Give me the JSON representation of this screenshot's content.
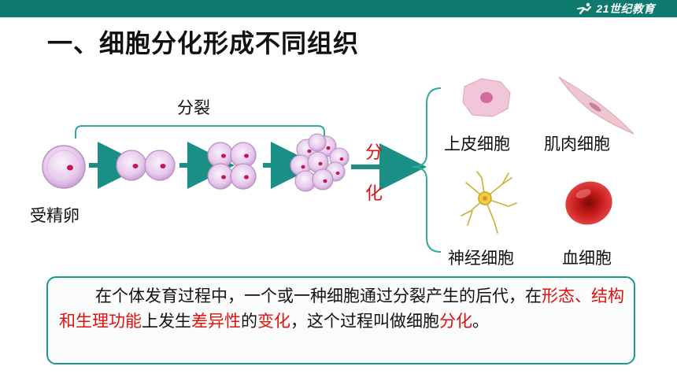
{
  "header": {
    "logo_text": "21世纪教育"
  },
  "title": "一、细胞分化形成不同组织",
  "diagram": {
    "division_label": "分裂",
    "egg_label": "受精卵",
    "differentiation_label_1": "分",
    "differentiation_label_2": "化",
    "cell_types": {
      "epithelial": "上皮细胞",
      "muscle": "肌肉细胞",
      "nerve": "神经细胞",
      "blood": "血细胞"
    },
    "colors": {
      "arrow": "#1a8f86",
      "cell_fill": "#e7c9ec",
      "nucleus": "#c2185b",
      "accent_red": "#e01010"
    }
  },
  "note": {
    "p1": "在个体发育过程中，一个或一种细胞通过分裂产生的后代，在",
    "h1": "形态、结构和生理功能",
    "p2": "上发生",
    "h2": "差异性",
    "p3": "的",
    "h3": "变化",
    "p4": "，这个过程叫做细胞",
    "h4": "分化",
    "p5": "。"
  }
}
